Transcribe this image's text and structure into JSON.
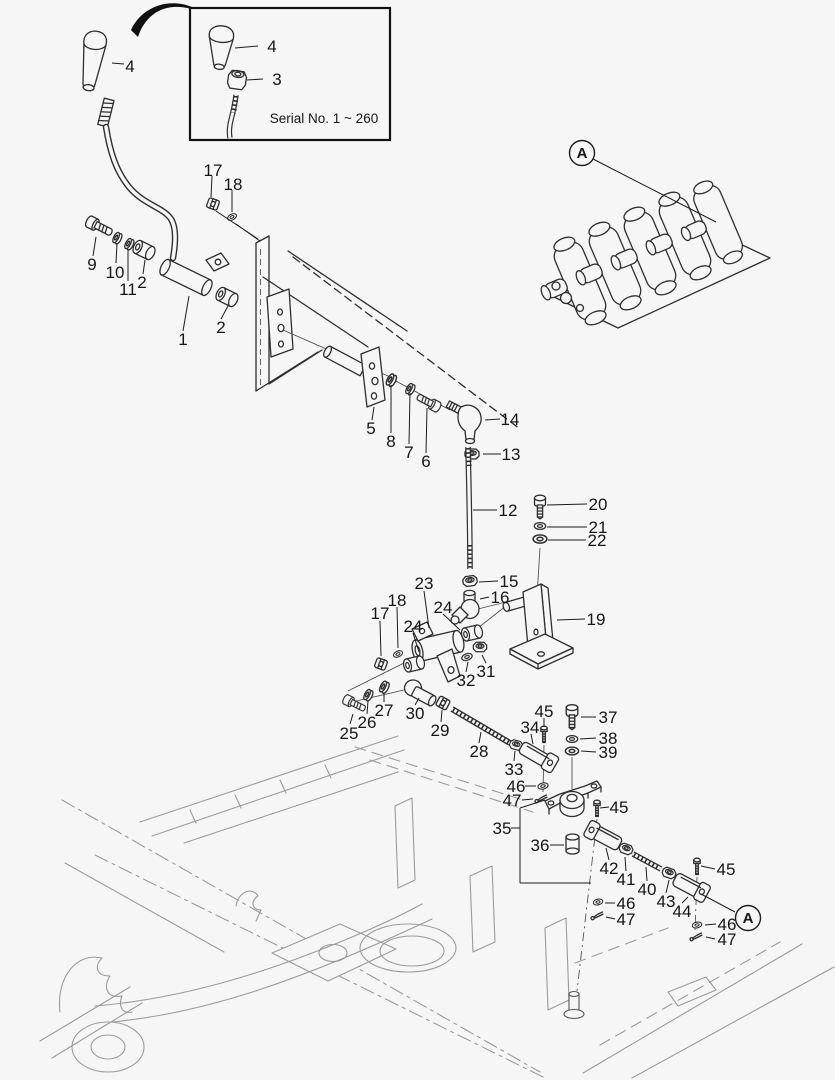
{
  "colors": {
    "background": "#f6f6f6",
    "line": "#2e2e2e",
    "chassis_line": "#9b9b9b"
  },
  "view_marker": "A",
  "inset": {
    "knob_label": "4",
    "nut_label": "3",
    "serial_note": "Serial No. 1 ~ 260"
  },
  "callouts": [
    "4",
    "17",
    "18",
    "9",
    "10",
    "11",
    "2",
    "1",
    "2",
    "5",
    "8",
    "7",
    "6",
    "14",
    "13",
    "12",
    "20",
    "21",
    "22",
    "15",
    "16",
    "23",
    "18",
    "17",
    "24",
    "24",
    "19",
    "31",
    "32",
    "27",
    "30",
    "26",
    "25",
    "29",
    "28",
    "45",
    "34",
    "37",
    "38",
    "39",
    "33",
    "46",
    "47",
    "35",
    "36",
    "45",
    "42",
    "41",
    "40",
    "43",
    "44",
    "46",
    "47",
    "45",
    "46",
    "47"
  ]
}
